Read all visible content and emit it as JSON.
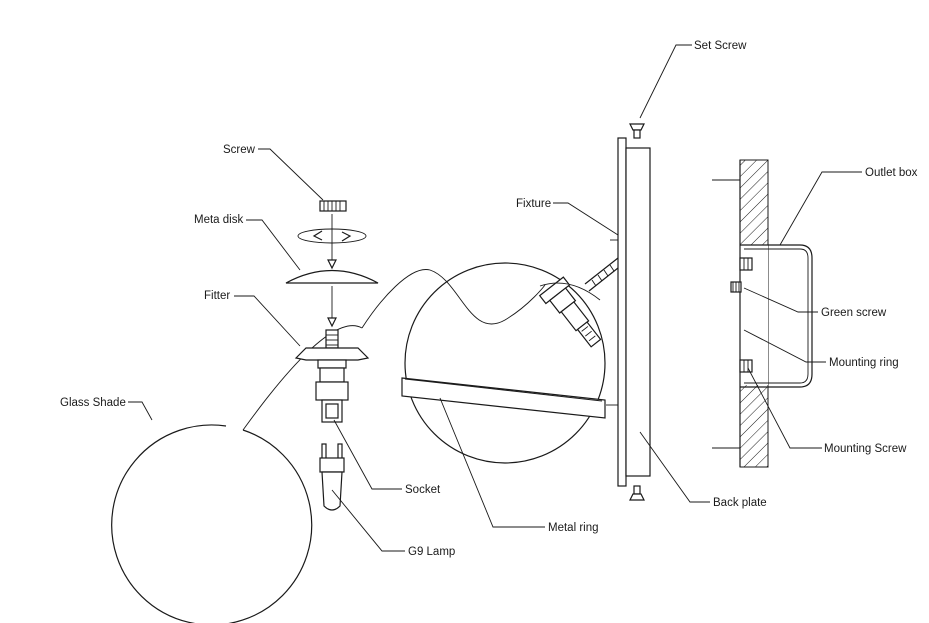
{
  "labels": {
    "set_screw": "Set Screw",
    "screw": "Screw",
    "meta_disk": "Meta disk",
    "fitter": "Fitter",
    "glass_shade": "Glass Shade",
    "socket": "Socket",
    "g9_lamp": "G9 Lamp",
    "fixture": "Fixture",
    "metal_ring": "Metal ring",
    "back_plate": "Back plate",
    "outlet_box": "Outlet box",
    "green_screw": "Green screw",
    "mounting_ring": "Mounting ring",
    "mounting_screw": "Mounting Screw"
  }
}
